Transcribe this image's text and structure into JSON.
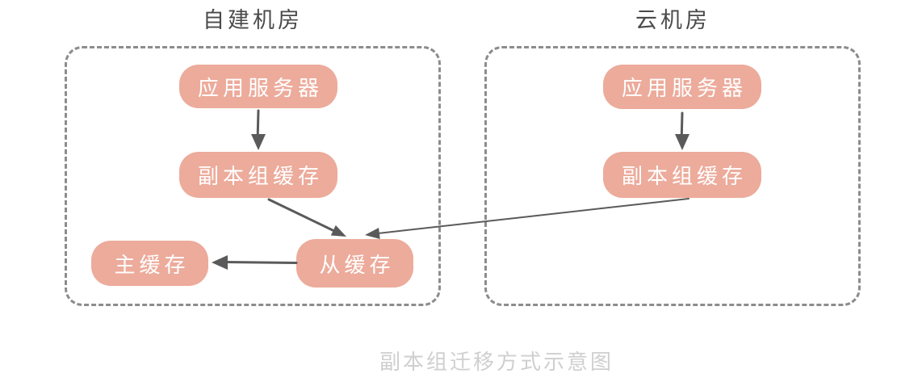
{
  "diagram": {
    "caption": "副本组迁移方式示意图",
    "groups": [
      {
        "title": "自建机房",
        "nodes": [
          {
            "id": "left-app-server",
            "label": "应用服务器"
          },
          {
            "id": "left-replica-cache",
            "label": "副本组缓存"
          },
          {
            "id": "left-slave-cache",
            "label": "从缓存"
          },
          {
            "id": "left-master-cache",
            "label": "主缓存"
          }
        ]
      },
      {
        "title": "云机房",
        "nodes": [
          {
            "id": "cloud-app-server",
            "label": "应用服务器"
          },
          {
            "id": "cloud-replica-cache",
            "label": "副本组缓存"
          }
        ]
      }
    ],
    "edges": [
      {
        "from": "left-app-server",
        "to": "left-replica-cache"
      },
      {
        "from": "left-replica-cache",
        "to": "left-slave-cache"
      },
      {
        "from": "cloud-app-server",
        "to": "cloud-replica-cache"
      },
      {
        "from": "cloud-replica-cache",
        "to": "left-slave-cache"
      },
      {
        "from": "left-slave-cache",
        "to": "left-master-cache"
      }
    ],
    "colors": {
      "node_fill": "#ecab9b",
      "node_text": "#ffffff",
      "dashed_border": "#8c8c8c",
      "arrow": "#5a5a5a",
      "title_text": "#4a4a4a",
      "caption_text": "#cfcfcf"
    }
  }
}
